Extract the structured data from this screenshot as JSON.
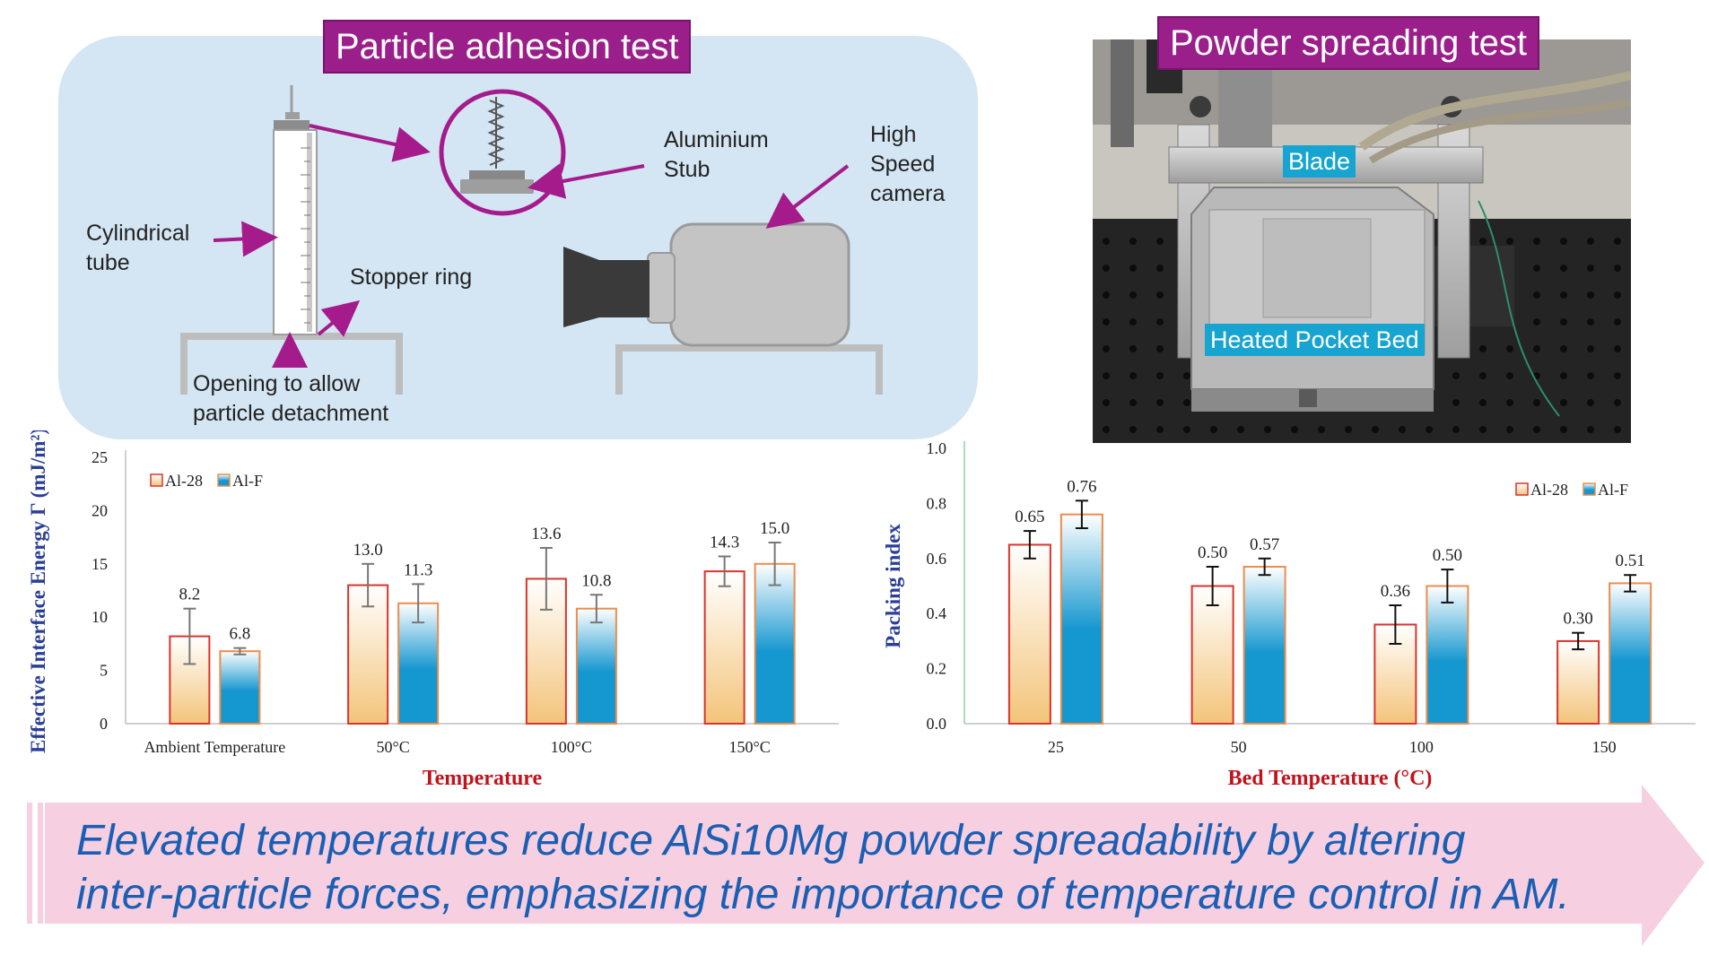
{
  "adhesion": {
    "title": "Particle adhesion test",
    "labels": {
      "aluminium_stub": [
        "Aluminium",
        "Stub"
      ],
      "camera": [
        "High",
        "Speed",
        "camera"
      ],
      "cylindrical_tube": [
        "Cylindrical",
        "tube"
      ],
      "stopper_ring": "Stopper ring",
      "opening": [
        "Opening to allow",
        "particle detachment"
      ]
    }
  },
  "spreading": {
    "title": "Powder spreading test",
    "labels": {
      "blade": "Blade",
      "bed": "Heated Pocket Bed"
    }
  },
  "conclusion": [
    "Elevated temperatures reduce AlSi10Mg powder spreadability by altering",
    "inter-particle forces, emphasizing the importance of temperature control in AM."
  ],
  "colors": {
    "accent": "#9b1f8a",
    "al28": "#f3c47a",
    "alf": "#1597cf",
    "axis_title": "#c0141c",
    "ylabel": "#2a3f96",
    "conclusion": "#1a5fb4"
  },
  "chart_data": [
    {
      "type": "bar",
      "xlabel": "Temperature",
      "ylabel": "Effective Interface Energy Γ (mJ/m²)",
      "categories": [
        "Ambient Temperature",
        "50°C",
        "100°C",
        "150°C"
      ],
      "ylim": [
        0,
        25
      ],
      "yticks": [
        0,
        5,
        10,
        15,
        20,
        25
      ],
      "legend": "top-left",
      "grid": false,
      "series": [
        {
          "name": "Al-28",
          "values": [
            8.2,
            13.0,
            13.6,
            14.3
          ],
          "labels": [
            "8.2",
            "13.0",
            "13.6",
            "14.3"
          ],
          "errors": [
            2.6,
            2.0,
            2.9,
            1.4
          ]
        },
        {
          "name": "Al-F",
          "values": [
            6.8,
            11.3,
            10.8,
            15.0
          ],
          "labels": [
            "6.8",
            "11.3",
            "10.8",
            "15.0"
          ],
          "errors": [
            0.3,
            1.8,
            1.3,
            2.0
          ]
        }
      ]
    },
    {
      "type": "bar",
      "xlabel": "Bed Temperature (°C)",
      "ylabel": "Packing index",
      "categories": [
        "25",
        "50",
        "100",
        "150"
      ],
      "ylim": [
        0,
        1.0
      ],
      "yticks": [
        "0.0",
        "0.2",
        "0.4",
        "0.6",
        "0.8",
        "1.0"
      ],
      "legend": "top-right",
      "grid": false,
      "series": [
        {
          "name": "Al-28",
          "values": [
            0.65,
            0.5,
            0.36,
            0.3
          ],
          "labels": [
            "0.65",
            "0.50",
            "0.36",
            "0.30"
          ],
          "errors": [
            0.05,
            0.07,
            0.07,
            0.03
          ]
        },
        {
          "name": "Al-F",
          "values": [
            0.76,
            0.57,
            0.5,
            0.51
          ],
          "labels": [
            "0.76",
            "0.57",
            "0.50",
            "0.51"
          ],
          "errors": [
            0.05,
            0.03,
            0.06,
            0.03
          ]
        }
      ]
    }
  ]
}
